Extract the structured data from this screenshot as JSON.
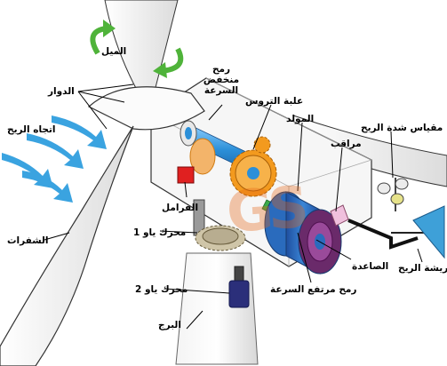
{
  "labels": {
    "pitch": "الميل",
    "rotor": "الدوار",
    "wind_direction": "اتجاه الريح",
    "blades": "الشفرات",
    "low_speed_shaft": "رمح منخفض السرعة",
    "gear_box": "علبة التروس",
    "generator": "المولد",
    "controller": "مراقب",
    "anemometer": "مقياس شدة الريح",
    "brakes": "الفرامل",
    "yaw_drive": "محرك ياو 1",
    "yaw_motor": "محرك ياو 2",
    "nacelle": "الصاعدة",
    "high_speed_shaft": "رمح مرتفع السرعة",
    "wind_vane": "ريشة الريح",
    "tower": "البرج"
  },
  "colors": {
    "blade": "#ffffff",
    "outline": "#333333",
    "wind_arrow": "#3aa3e0",
    "pitch_arrow": "#4fb33a",
    "shaft": "#2b8fd8",
    "gear": "#f39a1e",
    "generator": "#2a6bbd",
    "controller": "#f0c0dd",
    "brake": "#e02020",
    "yaw_motor": "#2b2f7a",
    "wind_vane": "#3ea0d8",
    "hs_shaft": "#3aa94a"
  },
  "icons": {
    "wind_arrows": "wind-arrows-icon",
    "pitch_arrows": "curved-rotation-arrows-icon",
    "wind_vane": "wind-vane-icon",
    "anemometer": "anemometer-cups-icon"
  },
  "watermark": "GS"
}
